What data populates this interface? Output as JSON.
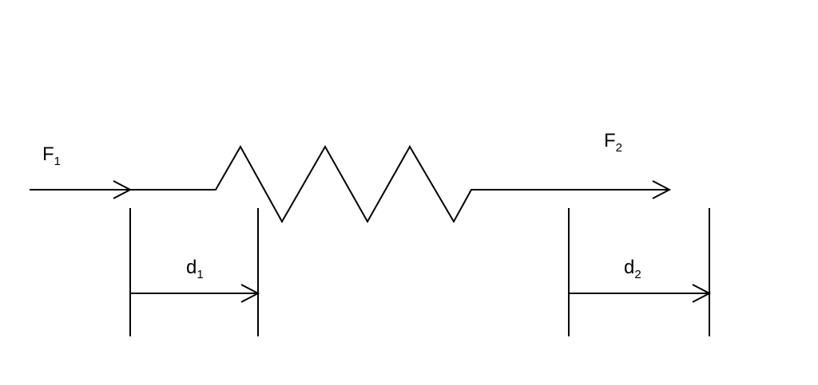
{
  "labels": {
    "force_1": {
      "main": "F",
      "sub": "1"
    },
    "force_2": {
      "main": "F",
      "sub": "2"
    },
    "displacement_1": {
      "main": "d",
      "sub": "1"
    },
    "displacement_2": {
      "main": "d",
      "sub": "2"
    }
  },
  "colors": {
    "stroke": "#000000",
    "background": "#ffffff"
  }
}
